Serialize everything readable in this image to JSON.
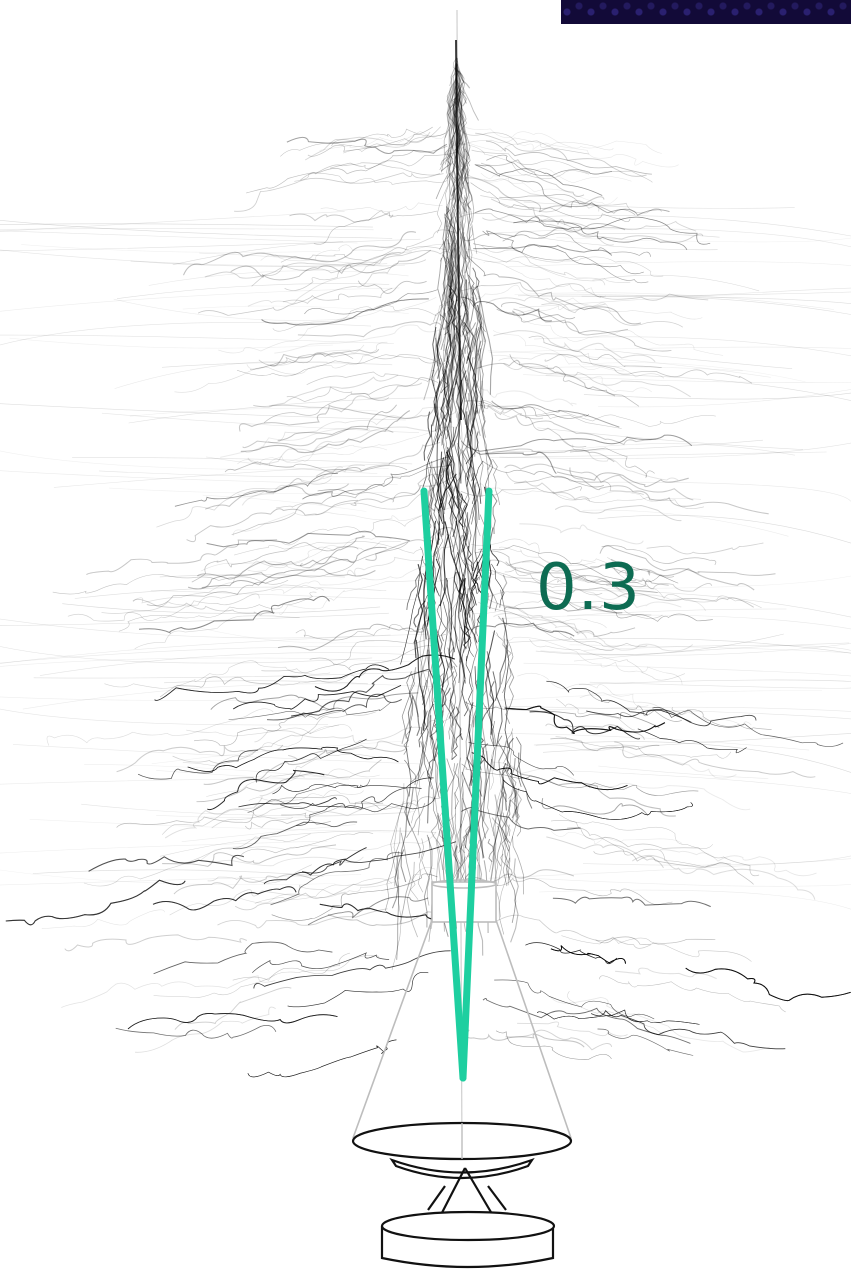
{
  "figure": {
    "angle_label": "0.3",
    "colors": {
      "background": "#ffffff",
      "tracks": "#000000",
      "cone_lines": "#1ecfa0",
      "label": "#0d6b52",
      "apparatus": "#bdbdbd",
      "corner_panel": "#120a38"
    },
    "elements": [
      "particle-shower-tracks",
      "opening-angle-lines",
      "light-cone",
      "mirror-dish",
      "camera-housing"
    ]
  }
}
